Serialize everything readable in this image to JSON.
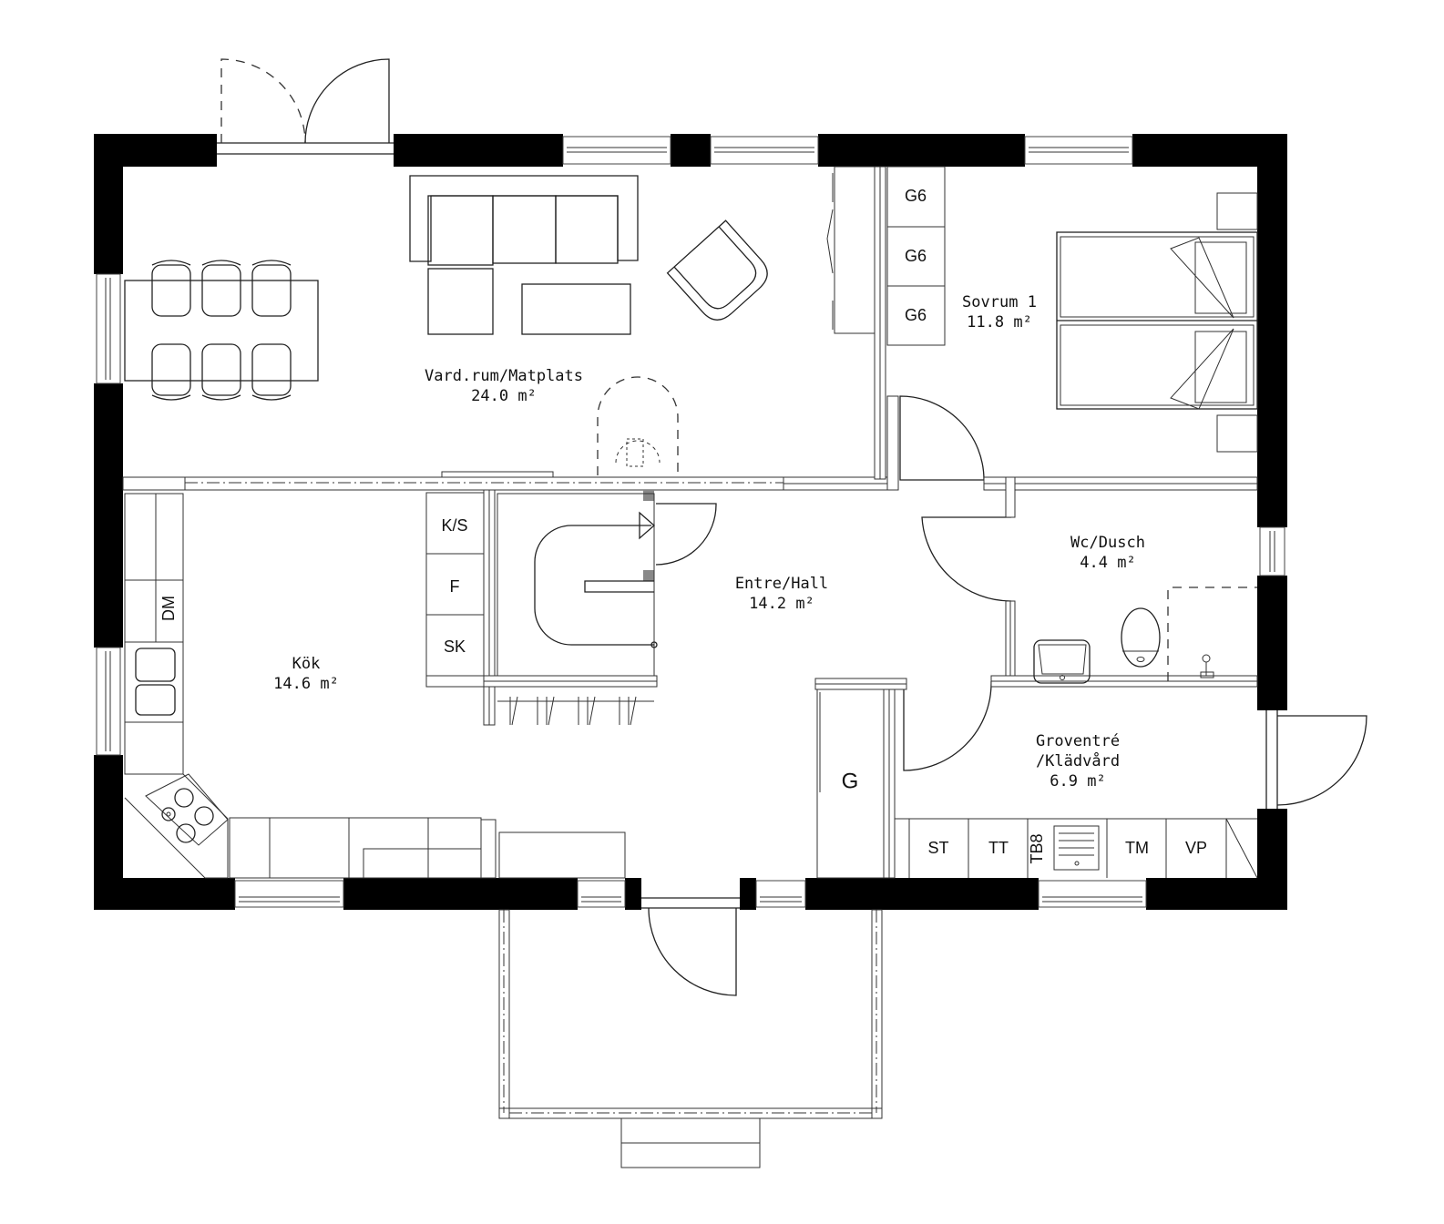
{
  "plan": {
    "type": "floor-plan",
    "colors": {
      "walls": "#000000",
      "lines": "#222222",
      "background": "#ffffff"
    },
    "rooms": [
      {
        "id": "vardagsrum",
        "name": "Vard.rum/Matplats",
        "area": "24.0 m²"
      },
      {
        "id": "sovrum1",
        "name": "Sovrum 1",
        "area": "11.8 m²"
      },
      {
        "id": "wc-dusch",
        "name": "Wc/Dusch",
        "area": "4.4 m²"
      },
      {
        "id": "entre-hall",
        "name": "Entre/Hall",
        "area": "14.2 m²"
      },
      {
        "id": "kok",
        "name": "Kök",
        "area": "14.6 m²"
      },
      {
        "id": "groventre",
        "name_line1": "Groventré",
        "name_line2": "/Klädvård",
        "area": "6.9 m²"
      }
    ],
    "fixtures": {
      "wardrobes_sovrum": [
        "G6",
        "G6",
        "G6"
      ],
      "hall_closets": [
        "K/S",
        "F",
        "SK"
      ],
      "kitchen_dm": "DM",
      "hall_wardrobe": "G",
      "laundry_units": [
        "ST",
        "TT",
        "TB8",
        "TM",
        "VP"
      ]
    }
  }
}
